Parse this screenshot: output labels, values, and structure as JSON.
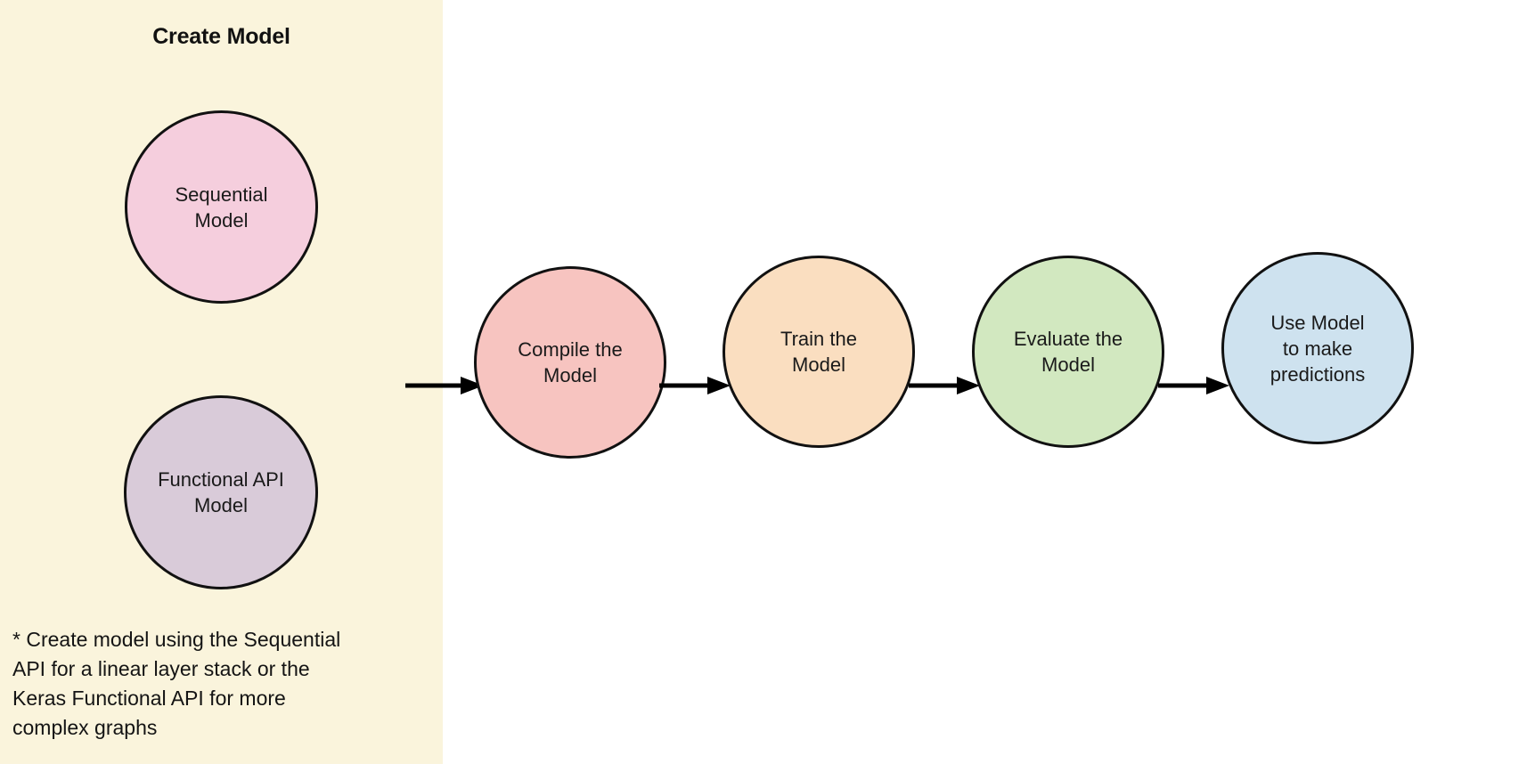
{
  "diagram": {
    "title_visible": false,
    "background_color": "#ffffff"
  },
  "group_panel": {
    "title": "Create Model",
    "background_color": "#faf4dc",
    "note": "* Create model using the Sequential\nAPI for a linear layer stack or the\nKeras Functional API for more\ncomplex graphs",
    "nodes": [
      {
        "id": "sequential",
        "label": "Sequential\nModel",
        "fill": "#f5cedd",
        "stroke": "#111111"
      },
      {
        "id": "functional",
        "label": "Functional API\nModel",
        "fill": "#d9cbd9",
        "stroke": "#111111"
      }
    ]
  },
  "flow": {
    "nodes": [
      {
        "id": "compile",
        "label": "Compile the\nModel",
        "fill": "#f7c4c0",
        "stroke": "#111111"
      },
      {
        "id": "train",
        "label": "Train the\nModel",
        "fill": "#fadec0",
        "stroke": "#111111"
      },
      {
        "id": "evaluate",
        "label": "Evaluate the\nModel",
        "fill": "#d2e8c0",
        "stroke": "#111111"
      },
      {
        "id": "predict",
        "label": "Use Model\nto make\npredictions",
        "fill": "#cee2ef",
        "stroke": "#111111"
      }
    ],
    "arrows": [
      {
        "id": "panel-to-compile",
        "from": "create-model-group",
        "to": "compile",
        "icon": "arrow-right-icon"
      },
      {
        "id": "compile-to-train",
        "from": "compile",
        "to": "train",
        "icon": "arrow-right-icon"
      },
      {
        "id": "train-to-evaluate",
        "from": "train",
        "to": "evaluate",
        "icon": "arrow-right-icon"
      },
      {
        "id": "evaluate-to-predict",
        "from": "evaluate",
        "to": "predict",
        "icon": "arrow-right-icon"
      }
    ],
    "arrow_color": "#000000"
  }
}
